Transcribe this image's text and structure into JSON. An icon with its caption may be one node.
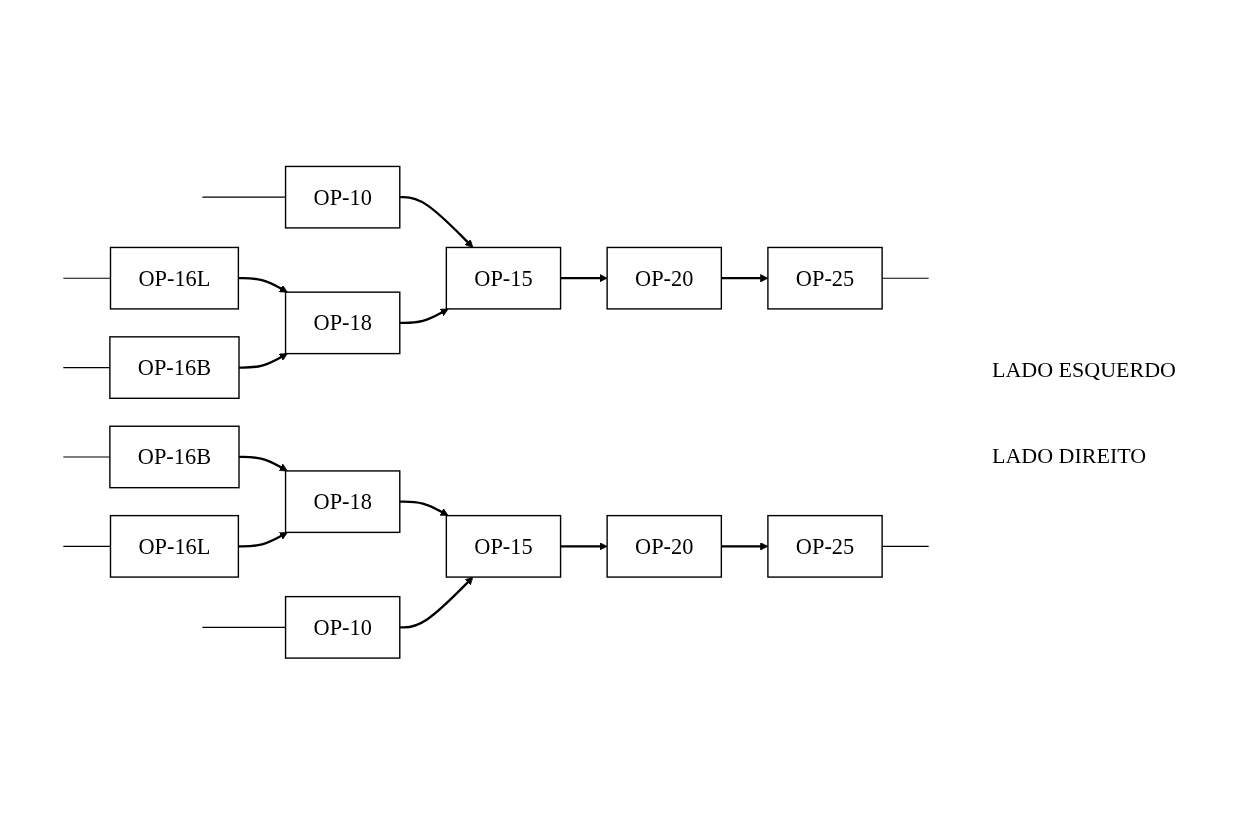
{
  "diagram": {
    "nodes": [
      {
        "text": [
          "OP-10"
        ]
      },
      {
        "text": [
          "OP-15"
        ]
      },
      {
        "text": [
          "OP-20"
        ]
      },
      {
        "text": [
          "OP-25"
        ]
      },
      {
        "text": [
          "OP-16L"
        ]
      },
      {
        "text": [
          "OP-18"
        ]
      },
      {
        "text": [
          "OP-16B"
        ]
      },
      {
        "text": [
          "OP-16B"
        ]
      },
      {
        "text": [
          "OP-18"
        ]
      },
      {
        "text": [
          "OP-16L"
        ]
      },
      {
        "text": [
          "OP-10"
        ]
      },
      {
        "text": [
          "OP-15"
        ]
      },
      {
        "text": [
          "OP-20"
        ]
      },
      {
        "text": [
          "OP-25"
        ]
      }
    ],
    "edges": [
      {
        "from": null,
        "to": 0,
        "arrow": "none"
      },
      {
        "from": 0,
        "to": 1,
        "arrow": "to"
      },
      {
        "from": 1,
        "to": 2,
        "arrow": "to"
      },
      {
        "from": 2,
        "to": 3,
        "arrow": "to"
      },
      {
        "from": 3,
        "to": null,
        "arrow": "none"
      },
      {
        "from": null,
        "to": 4,
        "arrow": "none"
      },
      {
        "from": 4,
        "to": 5,
        "arrow": "to"
      },
      {
        "from": 5,
        "to": 1,
        "arrow": "to"
      },
      {
        "from": null,
        "to": 6,
        "arrow": "none"
      },
      {
        "from": 6,
        "to": 5,
        "arrow": "to"
      },
      {
        "from": null,
        "to": 7,
        "arrow": "none"
      },
      {
        "from": 7,
        "to": 8,
        "arrow": "to"
      },
      {
        "from": null,
        "to": 9,
        "arrow": "none"
      },
      {
        "from": 9,
        "to": 8,
        "arrow": "to"
      },
      {
        "from": 8,
        "to": 11,
        "arrow": "to"
      },
      {
        "from": null,
        "to": 10,
        "arrow": "none"
      },
      {
        "from": 10,
        "to": 11,
        "arrow": "to"
      },
      {
        "from": 11,
        "to": 12,
        "arrow": "to"
      },
      {
        "from": 12,
        "to": 13,
        "arrow": "to"
      },
      {
        "from": 13,
        "to": null,
        "arrow": "none"
      }
    ],
    "labels": [
      "LADO ESQUERDO",
      "LADO DIREITO"
    ]
  }
}
